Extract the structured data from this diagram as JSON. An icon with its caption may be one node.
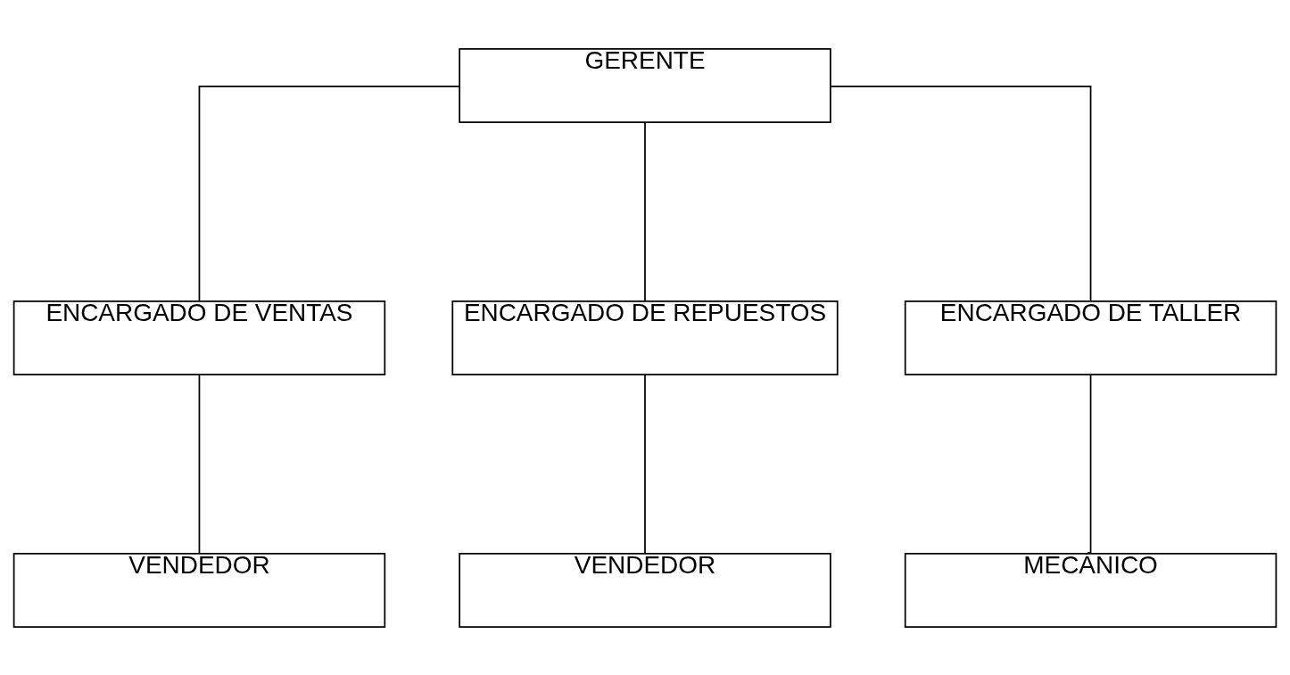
{
  "diagram": {
    "nodes": [
      {
        "text": [
          "GERENTE"
        ]
      },
      {
        "text": [
          "ENCARGADO DE VENTAS"
        ]
      },
      {
        "text": [
          "ENCARGADO DE REPUESTOS"
        ]
      },
      {
        "text": [
          "ENCARGADO DE TALLER"
        ]
      },
      {
        "text": [
          "VENDEDOR"
        ]
      },
      {
        "text": [
          "VENDEDOR"
        ]
      },
      {
        "text": [
          "MECÁNICO"
        ]
      }
    ],
    "edges": [
      {
        "from": 0,
        "to": 1,
        "arrow": "none"
      },
      {
        "from": 0,
        "to": 2,
        "arrow": "none"
      },
      {
        "from": 0,
        "to": 3,
        "arrow": "none"
      },
      {
        "from": 1,
        "to": 4,
        "arrow": "none"
      },
      {
        "from": 2,
        "to": 5,
        "arrow": "none"
      },
      {
        "from": 3,
        "to": 6,
        "arrow": "none"
      }
    ]
  }
}
